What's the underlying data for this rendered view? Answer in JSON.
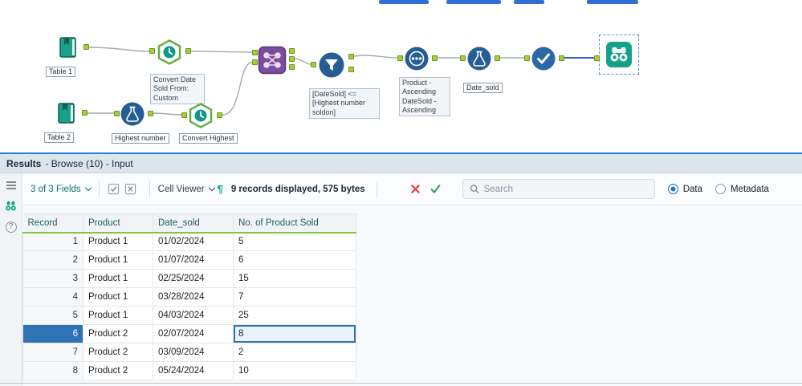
{
  "colors": {
    "selection_blue": "#2e74b5",
    "anchor_green": "#a6ce39",
    "header_underline_green": "#84c441",
    "tool_blue": "#265d94",
    "tool_teal": "#12a287",
    "join_purple": "#7b4d9e",
    "panel_accent_blue": "#2b7cd3"
  },
  "icons": {
    "paragraph_mark": "¶",
    "help": "?"
  },
  "canvas": {
    "tools": {
      "table1": {
        "label": "Table 1"
      },
      "convert_date": {
        "annotation": "Convert Date Sold From: Custom"
      },
      "table2": {
        "label": "Table 2"
      },
      "highest_number": {
        "label": "Highest number"
      },
      "convert_highest": {
        "label": "Convert Highest"
      },
      "filter": {
        "annotation": "[DateSold] <= [Highest number soldon]"
      },
      "sort": {
        "annotation": "Product - Ascending\nDateSold - Ascending"
      },
      "date_sold": {
        "label": "Date_sold"
      }
    }
  },
  "results": {
    "header": {
      "title": "Results",
      "context": "- Browse (10) - Input"
    },
    "toolbar": {
      "fields_dropdown": "3 of 3 Fields",
      "cell_viewer_dropdown": "Cell Viewer",
      "records_info": "9 records displayed, 575 bytes",
      "search_placeholder": "Search",
      "radio_data": "Data",
      "radio_metadata": "Metadata"
    },
    "table": {
      "columns": [
        "Record",
        "Product",
        "Date_sold",
        "No. of Product Sold"
      ],
      "rows": [
        [
          "1",
          "Product 1",
          "01/02/2024",
          "5"
        ],
        [
          "2",
          "Product 1",
          "01/07/2024",
          "6"
        ],
        [
          "3",
          "Product 1",
          "02/25/2024",
          "15"
        ],
        [
          "4",
          "Product 1",
          "03/28/2024",
          "7"
        ],
        [
          "5",
          "Product 1",
          "04/03/2024",
          "25"
        ],
        [
          "6",
          "Product 2",
          "02/07/2024",
          "8"
        ],
        [
          "7",
          "Product 2",
          "03/09/2024",
          "2"
        ],
        [
          "8",
          "Product 2",
          "05/24/2024",
          "10"
        ]
      ],
      "selected_row_index": 5,
      "selected_cell_col": 3
    }
  }
}
